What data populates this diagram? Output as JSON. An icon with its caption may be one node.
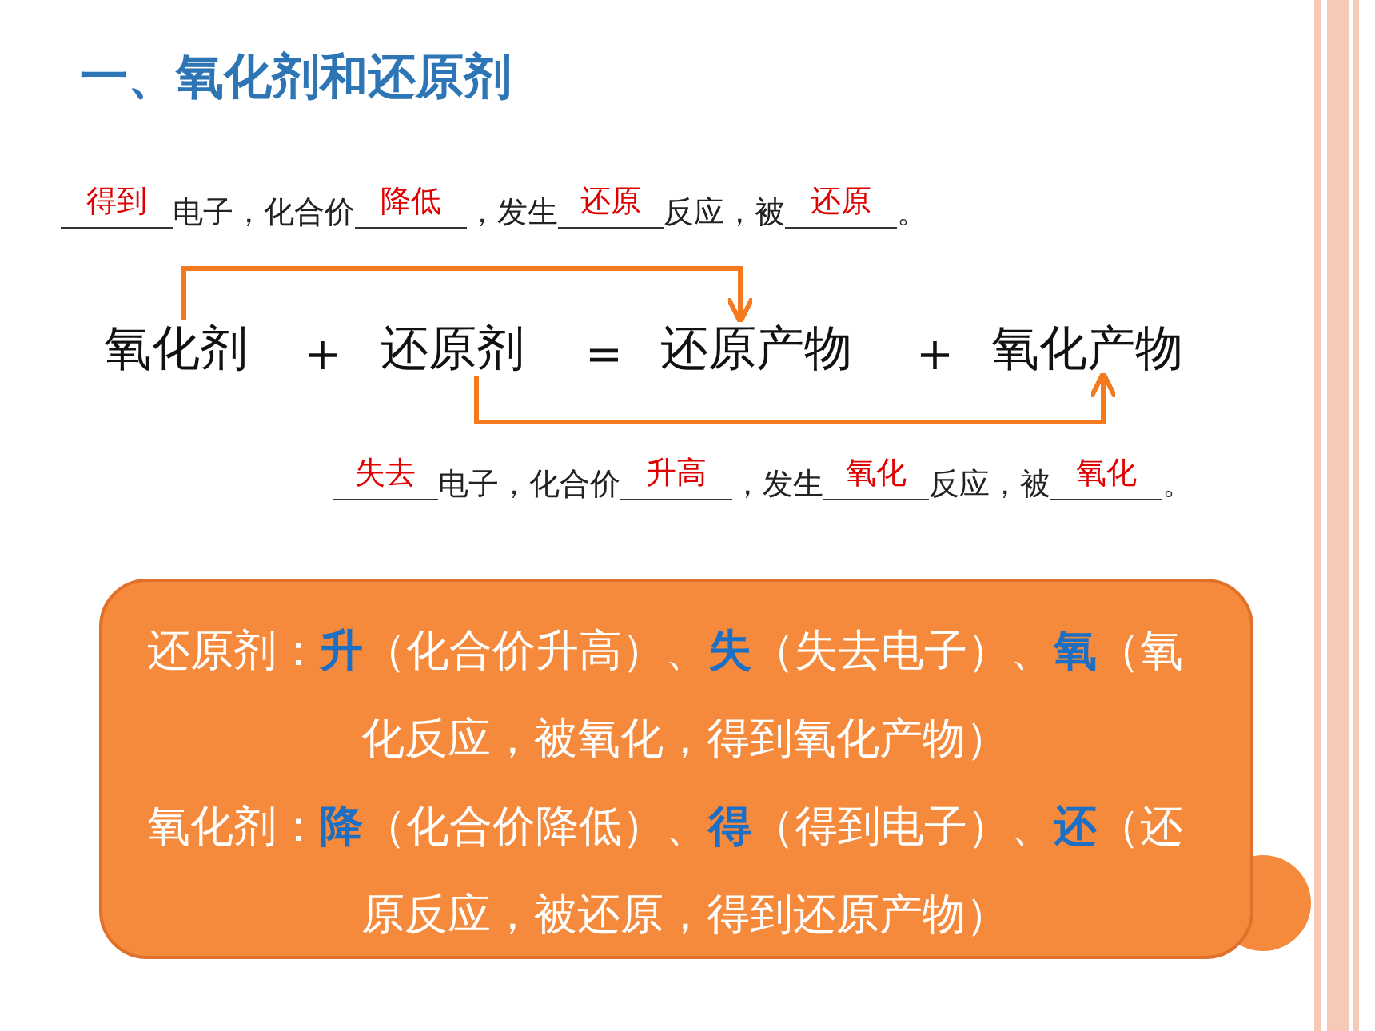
{
  "diagram": {
    "title": "一、氧化剂和还原剂",
    "nodes": [
      {
        "text": [
          "氧化剂"
        ]
      },
      {
        "text": [
          "还原剂"
        ]
      },
      {
        "text": [
          "还原产物"
        ]
      },
      {
        "text": [
          "氧化产物"
        ]
      },
      {
        "text": [
          "还原剂：**升**（化合价升高）、**失**（失去电子）、**氧**（氧化反应，被氧化，得到氧化产物）",
          "氧化剂：**降**（化合价降低）、**得**（得到电子）、**还**（还原反应，被还原，得到还原产物）"
        ]
      }
    ],
    "edges": [
      {
        "from": 0,
        "to": 2,
        "arrow": "to"
      },
      {
        "from": 1,
        "to": 3,
        "arrow": "to"
      }
    ],
    "labels": [
      "得到",
      "电子，化合价",
      "降低",
      "，发生",
      "还原",
      "反应，被",
      "还原",
      "。",
      "+",
      "=",
      "+",
      "失去",
      "电子，化合价",
      "升高",
      "，发生",
      "氧化",
      "反应，被",
      "氧化",
      "。"
    ]
  }
}
